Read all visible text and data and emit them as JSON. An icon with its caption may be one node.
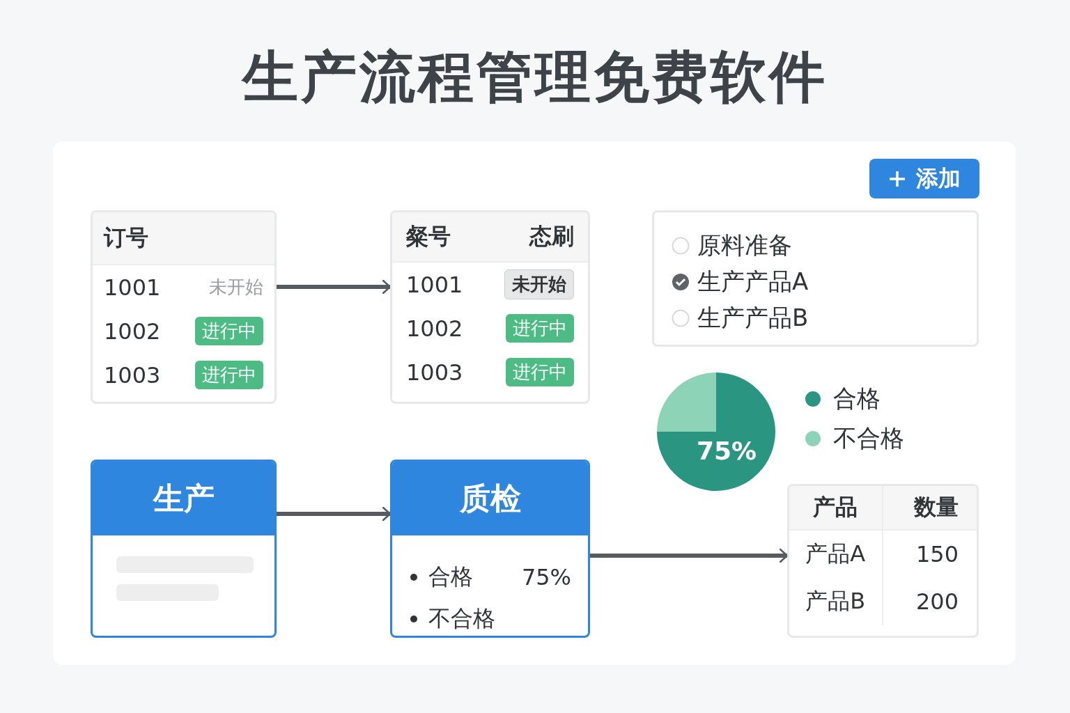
{
  "diagram": {
    "title": "生产流程管理免费软件",
    "nodes": [
      {
        "text": [
          "订号",
          "1001",
          "未开始",
          "1002",
          "进行中",
          "1003",
          "进行中"
        ]
      },
      {
        "text": [
          "粲号",
          "态刷",
          "1001",
          "未开始",
          "1002",
          "进行中",
          "1003",
          "进行中"
        ]
      },
      {
        "text": [
          "原料准备",
          "生产产品A",
          "生产产品B"
        ]
      },
      {
        "text": [
          "生产"
        ]
      },
      {
        "text": [
          "质检",
          "合格",
          "75%",
          "不合格"
        ]
      },
      {
        "text": [
          "产品",
          "数量",
          "产品A",
          "150",
          "产品B",
          "200"
        ]
      }
    ],
    "edges": [
      {
        "from": 0,
        "to": 1,
        "arrow": "to"
      },
      {
        "from": 3,
        "to": 4,
        "arrow": "to"
      },
      {
        "from": 4,
        "to": 5,
        "arrow": "to"
      }
    ],
    "labels": [
      "添加"
    ],
    "legend": [
      {
        "text": "合格",
        "color": "#2a9580"
      },
      {
        "text": "不合格",
        "color": "#8dd3b8"
      }
    ],
    "chart_data": {
      "type": "pie",
      "values": [
        75,
        25
      ],
      "annotations": [
        "75%"
      ]
    }
  }
}
